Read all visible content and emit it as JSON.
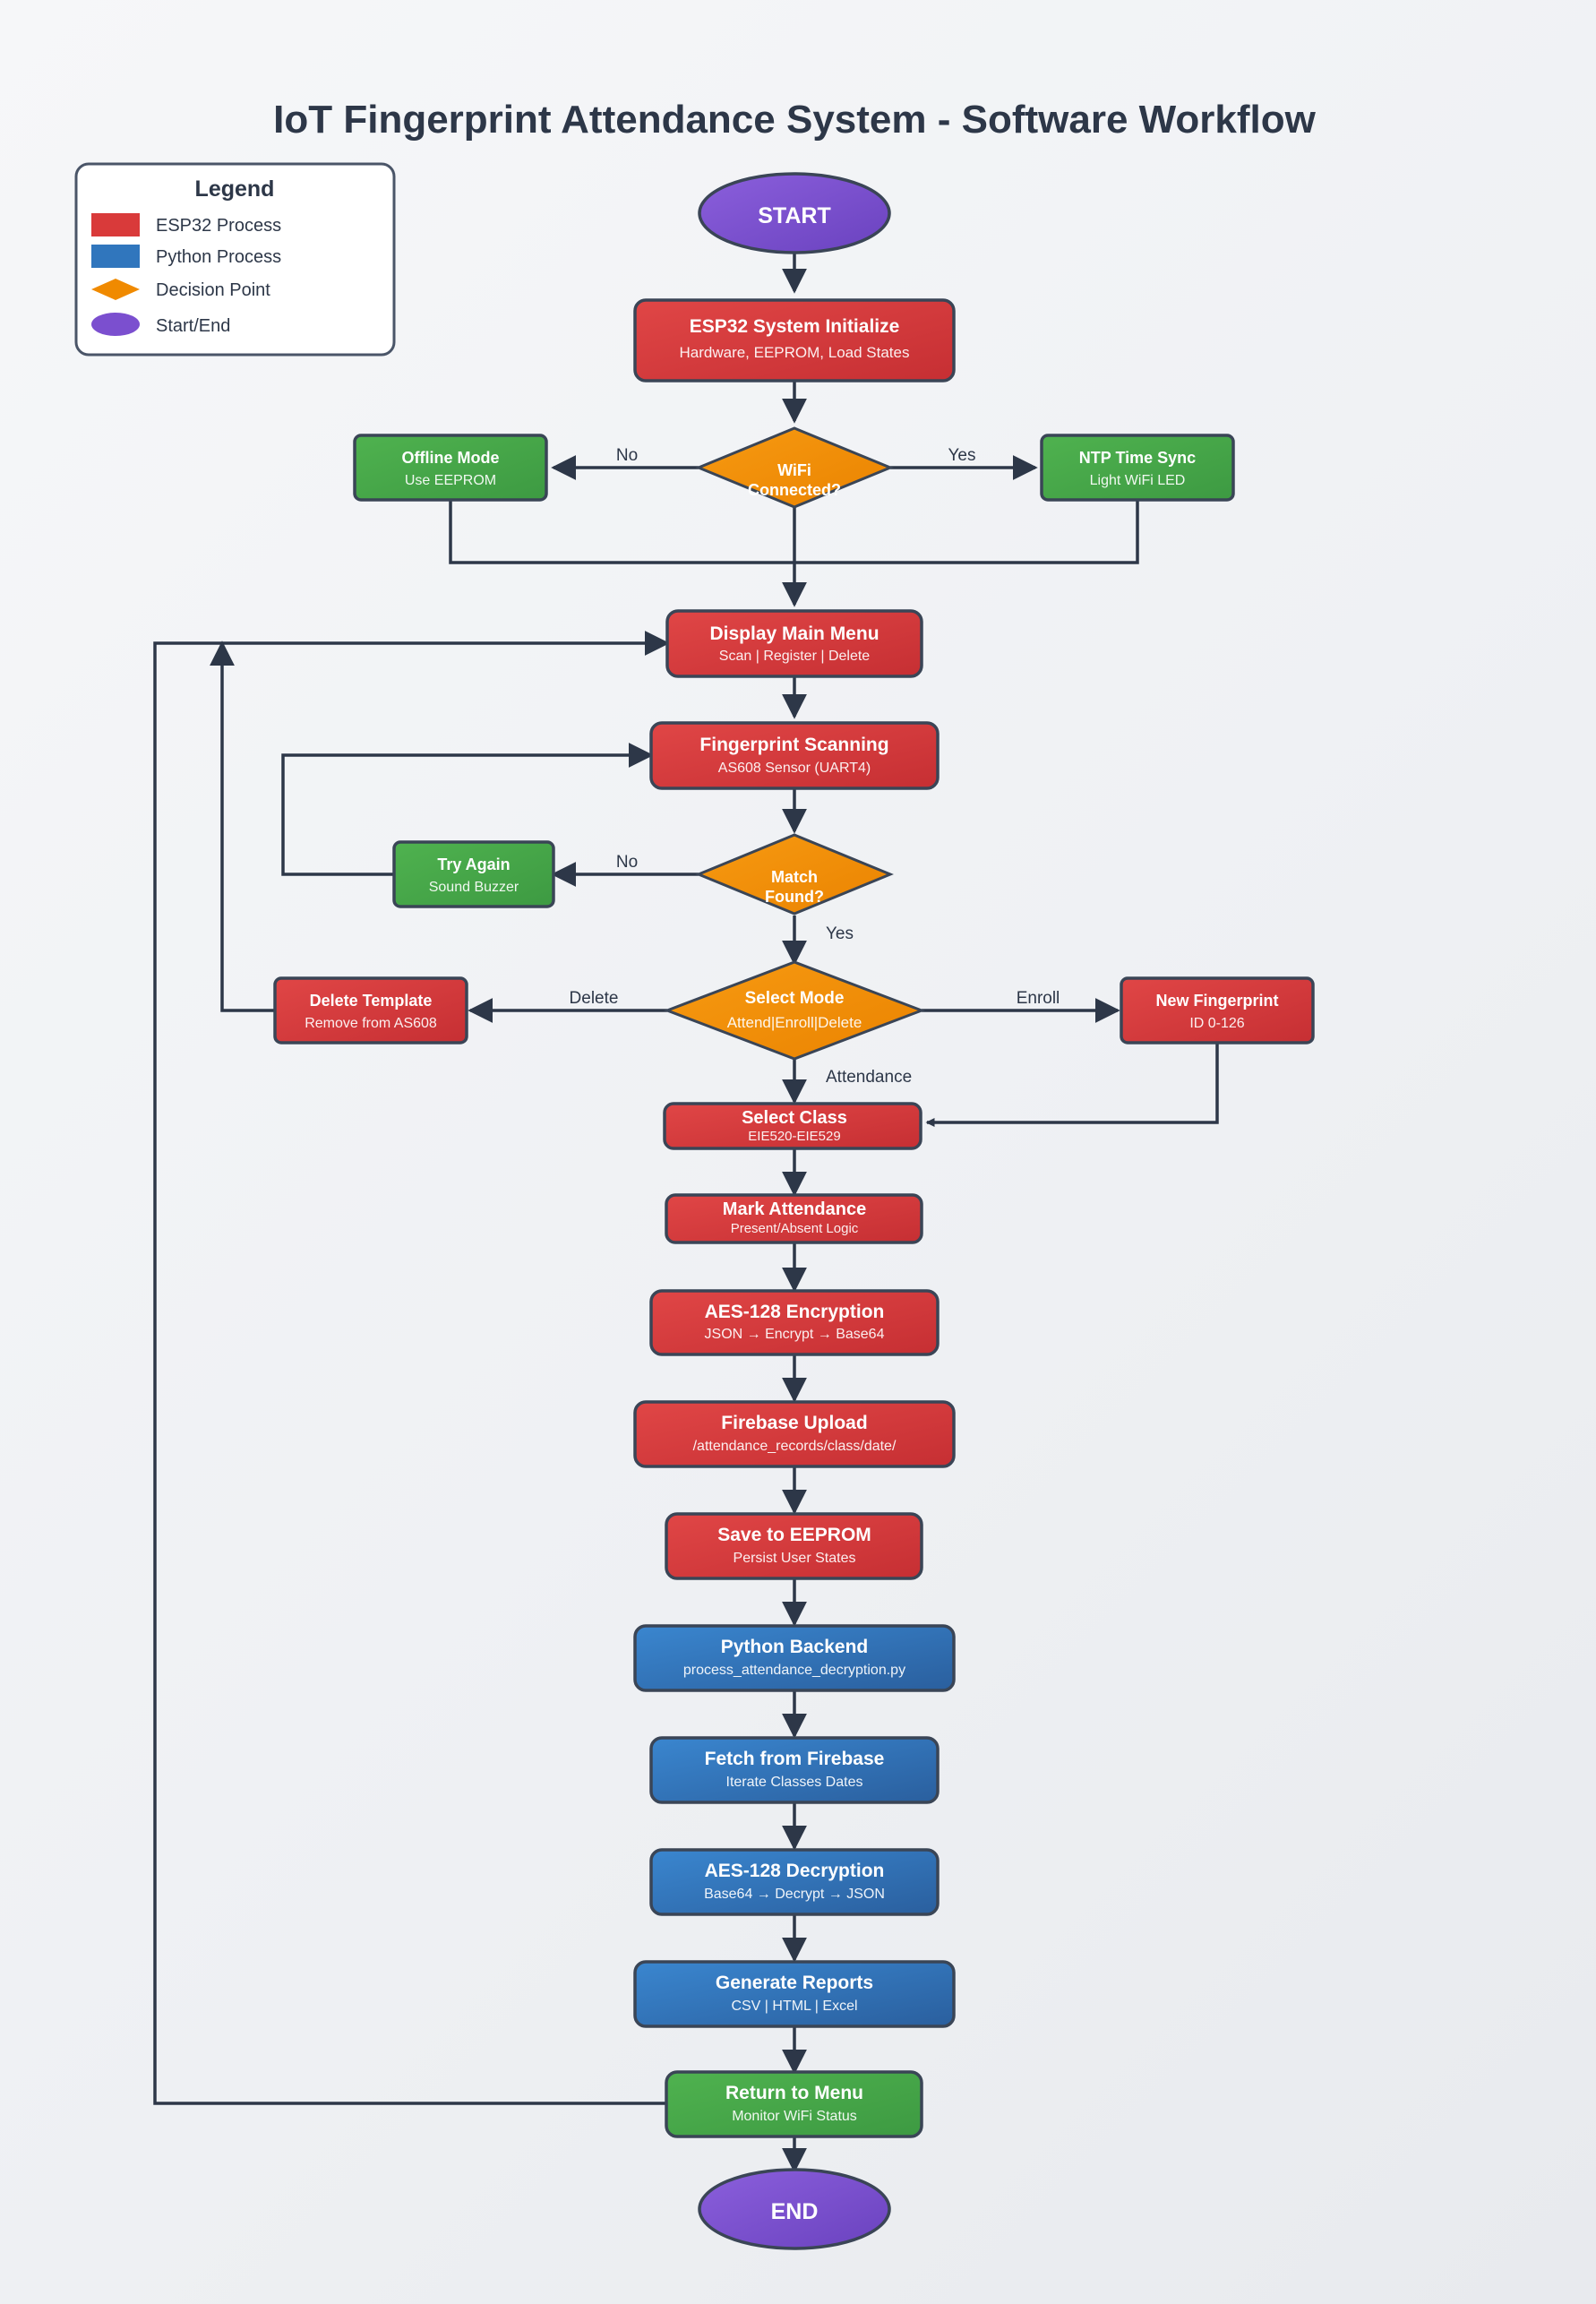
{
  "title": "IoT Fingerprint Attendance System - Software Workflow",
  "legend": {
    "title": "Legend",
    "items": [
      {
        "label": "ESP32 Process",
        "shape": "rect",
        "color": "#d93a3a"
      },
      {
        "label": "Python Process",
        "shape": "rect",
        "color": "#3076bd"
      },
      {
        "label": "Decision Point",
        "shape": "diamond",
        "color": "#f08a00"
      },
      {
        "label": "Start/End",
        "shape": "ellipse",
        "color": "#7b4fcf"
      }
    ]
  },
  "colors": {
    "esp32": "#d93a3a",
    "python": "#3076bd",
    "decision": "#f08a00",
    "terminal": "#7b4fcf",
    "green": "#45a648",
    "edge": "#2d3748"
  },
  "nodes": {
    "start": {
      "title": "START"
    },
    "init": {
      "title": "ESP32 System Initialize",
      "sub": "Hardware, EEPROM, Load States"
    },
    "wifi": {
      "title": "WiFi",
      "title2": "Connected?"
    },
    "offline": {
      "title": "Offline Mode",
      "sub": "Use EEPROM"
    },
    "ntp": {
      "title": "NTP Time Sync",
      "sub": "Light WiFi LED"
    },
    "menu": {
      "title": "Display Main Menu",
      "sub": "Scan | Register | Delete"
    },
    "scan": {
      "title": "Fingerprint Scanning",
      "sub": "AS608 Sensor (UART4)"
    },
    "match": {
      "title": "Match",
      "title2": "Found?"
    },
    "retry": {
      "title": "Try Again",
      "sub": "Sound Buzzer"
    },
    "mode": {
      "title": "Select Mode",
      "sub": "Attend|Enroll|Delete"
    },
    "delete": {
      "title": "Delete Template",
      "sub": "Remove from AS608"
    },
    "enroll": {
      "title": "New Fingerprint",
      "sub": "ID 0-126"
    },
    "class": {
      "title": "Select Class",
      "sub": "EIE520-EIE529"
    },
    "mark": {
      "title": "Mark Attendance",
      "sub": "Present/Absent Logic"
    },
    "encrypt": {
      "title": "AES-128 Encryption",
      "sub": "JSON → Encrypt → Base64"
    },
    "upload": {
      "title": "Firebase Upload",
      "sub": "/attendance_records/class/date/"
    },
    "eeprom": {
      "title": "Save to EEPROM",
      "sub": "Persist User States"
    },
    "backend": {
      "title": "Python Backend",
      "sub": "process_attendance_decryption.py"
    },
    "fetch": {
      "title": "Fetch from Firebase",
      "sub": "Iterate Classes Dates"
    },
    "decrypt": {
      "title": "AES-128 Decryption",
      "sub": "Base64 → Decrypt → JSON"
    },
    "reports": {
      "title": "Generate Reports",
      "sub": "CSV | HTML | Excel"
    },
    "return": {
      "title": "Return to Menu",
      "sub": "Monitor WiFi Status"
    },
    "end": {
      "title": "END"
    }
  },
  "edge_labels": {
    "wifi_no": "No",
    "wifi_yes": "Yes",
    "match_no": "No",
    "match_yes": "Yes",
    "mode_delete": "Delete",
    "mode_enroll": "Enroll",
    "mode_attendance": "Attendance"
  }
}
